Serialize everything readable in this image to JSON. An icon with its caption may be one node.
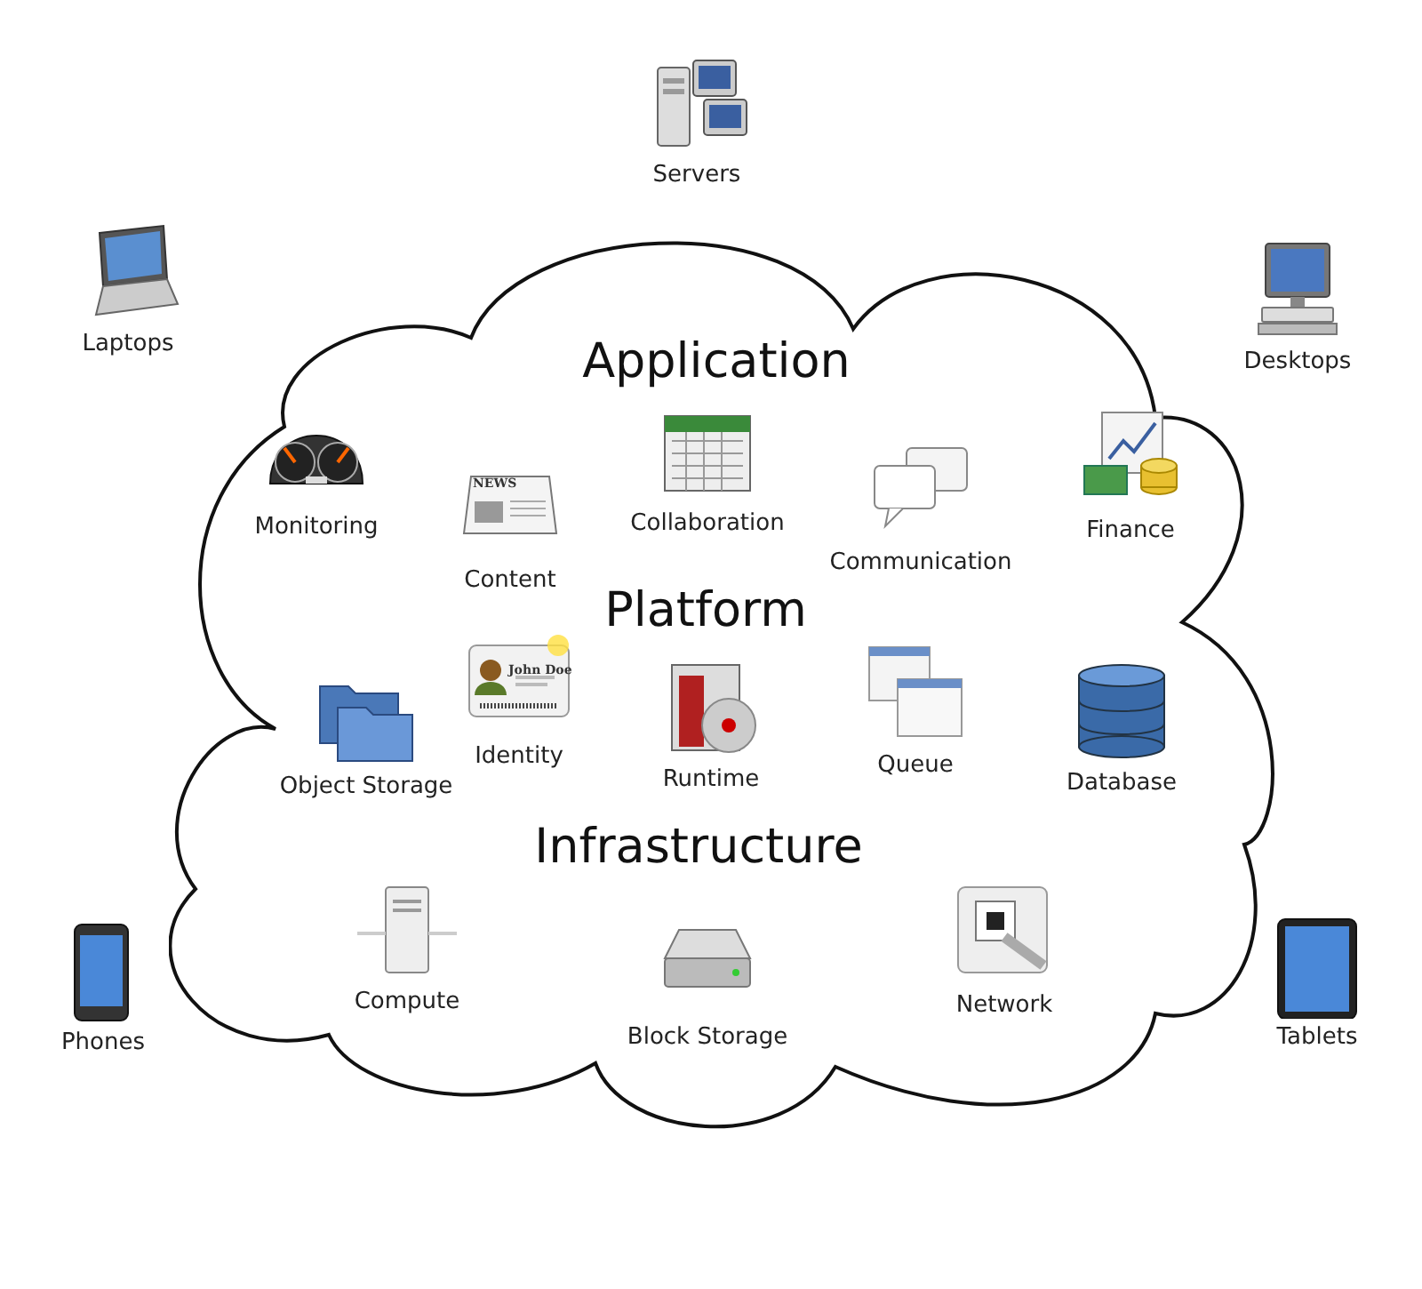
{
  "diagram": {
    "nodes": [
      {
        "text": [
          "Servers"
        ]
      },
      {
        "text": [
          "Laptops"
        ]
      },
      {
        "text": [
          "Desktops"
        ]
      },
      {
        "text": [
          "Application",
          "Platform",
          "Infrastructure"
        ]
      },
      {
        "text": [
          "Monitoring"
        ],
        "in": 3
      },
      {
        "text": [
          "Collaboration"
        ],
        "in": 3
      },
      {
        "text": [
          "Finance"
        ],
        "in": 3
      },
      {
        "text": [
          "Communication"
        ],
        "in": 3
      },
      {
        "text": [
          "Content"
        ],
        "in": 3
      },
      {
        "text": [
          "Identity"
        ],
        "in": 3
      },
      {
        "text": [
          "Queue"
        ],
        "in": 3
      },
      {
        "text": [
          "Object Storage"
        ],
        "in": 3
      },
      {
        "text": [
          "Runtime"
        ],
        "in": 3
      },
      {
        "text": [
          "Database"
        ],
        "in": 3
      },
      {
        "text": [
          "Compute"
        ],
        "in": 3
      },
      {
        "text": [
          "Network"
        ],
        "in": 3
      },
      {
        "text": [
          "Block Storage"
        ],
        "in": 3
      },
      {
        "text": [
          "Phones"
        ]
      },
      {
        "text": [
          "Tablets"
        ]
      }
    ],
    "edges": [],
    "labels": [
      "NEWS",
      "John Doe"
    ]
  }
}
